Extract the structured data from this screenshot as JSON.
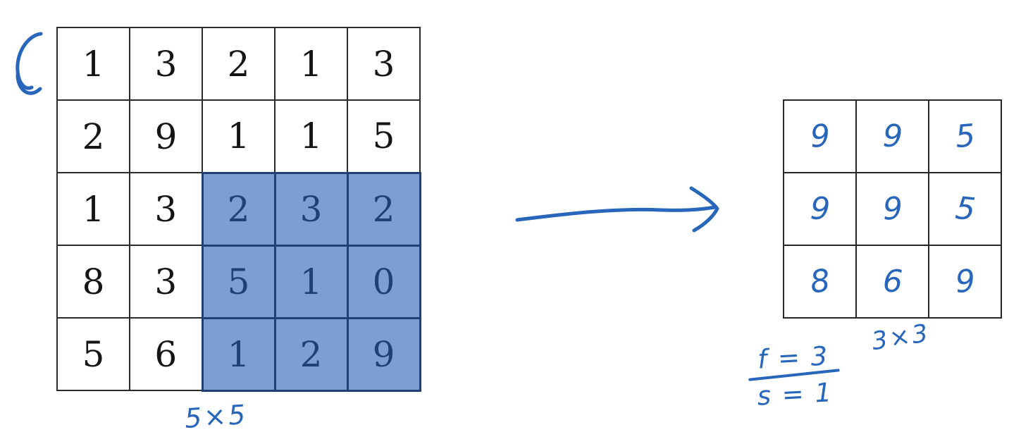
{
  "input_grid": {
    "size_label": "5×5",
    "rows": [
      [
        1,
        3,
        2,
        1,
        3
      ],
      [
        2,
        9,
        1,
        1,
        5
      ],
      [
        1,
        3,
        2,
        3,
        2
      ],
      [
        8,
        3,
        5,
        1,
        0
      ],
      [
        5,
        6,
        1,
        2,
        9
      ]
    ],
    "highlight": {
      "row_start": 2,
      "row_end": 4,
      "col_start": 2,
      "col_end": 4
    }
  },
  "output_grid": {
    "size_label": "3×3",
    "rows": [
      [
        9,
        9,
        5
      ],
      [
        9,
        9,
        5
      ],
      [
        8,
        6,
        9
      ]
    ]
  },
  "annotations": {
    "filter_size": "f = 3",
    "stride": "s = 1"
  },
  "colors": {
    "pen_blue": "#2766bb",
    "highlight_fill": "#7d9ed3",
    "highlight_ink": "#1f4070",
    "grid_line": "#2b2b2b",
    "input_digit": "#151515"
  }
}
